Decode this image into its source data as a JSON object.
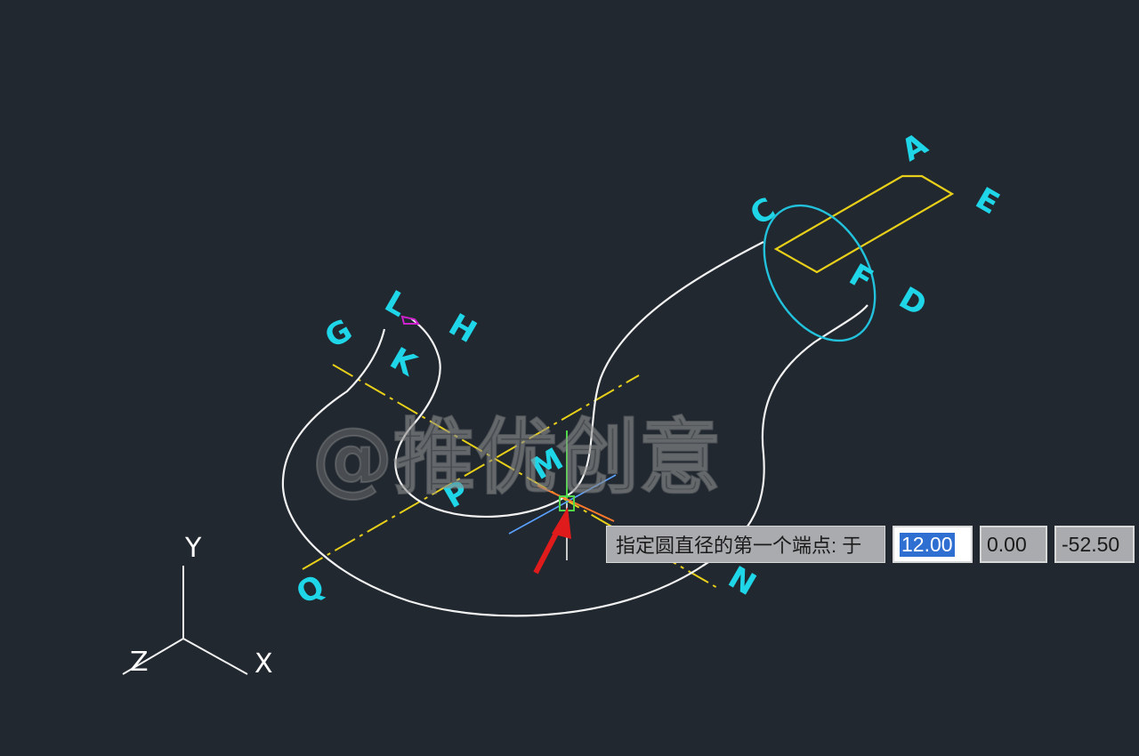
{
  "labels": {
    "A": "A",
    "E": "E",
    "C": "C",
    "F": "F",
    "D": "D",
    "L": "L",
    "H": "H",
    "G": "G",
    "K": "K",
    "M": "M",
    "P": "P",
    "Q": "Q",
    "N": "N"
  },
  "ucs": {
    "x": "X",
    "y": "Y",
    "z": "Z"
  },
  "watermark": "@推优创意",
  "dynamic_input": {
    "prompt": "指定圆直径的第一个端点: 于",
    "x_value": "12.00",
    "y_value": "0.00",
    "z_value": "-52.50"
  },
  "colors": {
    "background": "#212830",
    "curve": "#f2f2f2",
    "construction": "#e8cf1a",
    "circle": "#22c2dc",
    "label": "#1fd6e8",
    "arrow": "#e01b1b"
  }
}
